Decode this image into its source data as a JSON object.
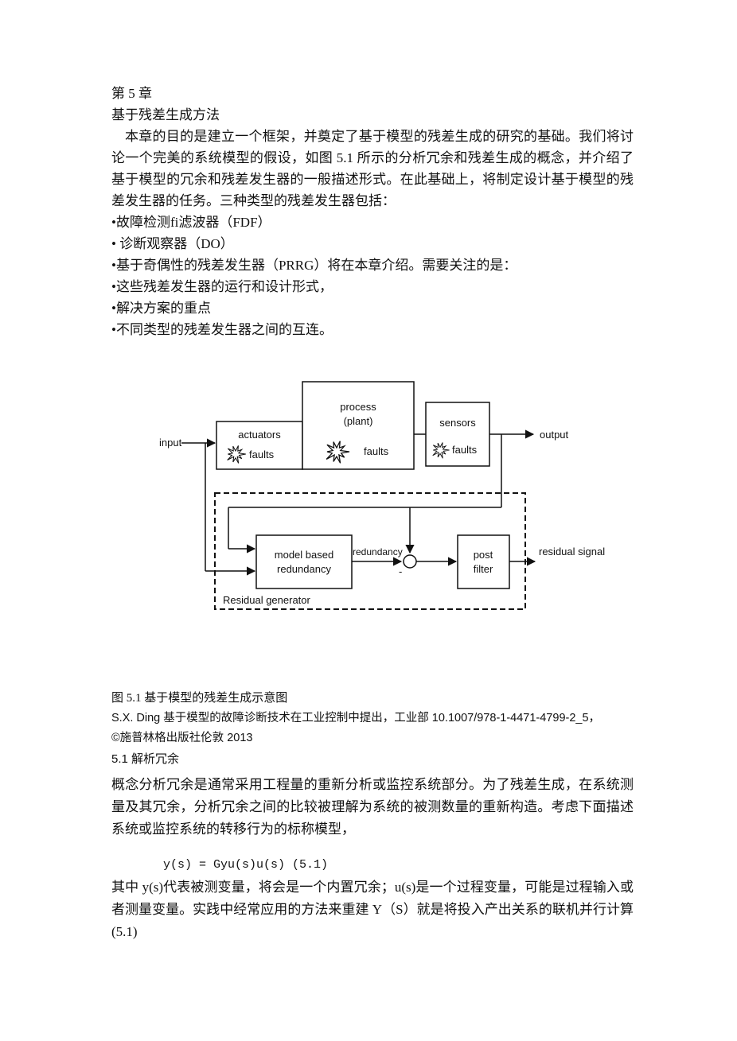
{
  "doc": {
    "chapter_no": "第 5 章",
    "chapter_title": "基于残差生成方法",
    "intro": "本章的目的是建立一个框架，并奠定了基于模型的残差生成的研究的基础。我们将讨论一个完美的系统模型的假设，如图 5.1 所示的分析冗余和残差生成的概念，并介绍了基于模型的冗余和残差发生器的一般描述形式。在此基础上，将制定设计基于模型的残差发生器的任务。三种类型的残差发生器包括：",
    "bullets": [
      "•故障检测fi滤波器（FDF）",
      "•  诊断观察器（DO）",
      "•基于奇偶性的残差发生器（PRRG）将在本章介绍。需要关注的是：",
      "•这些残差发生器的运行和设计形式，",
      "•解决方案的重点",
      "•不同类型的残差发生器之间的互连。"
    ]
  },
  "figure": {
    "caption": "图 5.1 基于模型的残差生成示意图",
    "credit_line1": "S.X. Ding 基于模型的故障诊断技术在工业控制中提出，工业部 10.1007/978-1-4471-4799-2_5，",
    "credit_line2": "©施普林格出版社伦敦 2013",
    "labels": {
      "input": "input",
      "output": "output",
      "actuators": "actuators",
      "process": "process",
      "plant": "(plant)",
      "sensors": "sensors",
      "faults": "faults",
      "model_based_line1": "model based",
      "model_based_line2": "redundancy",
      "redundancy": "redundancy",
      "post_line1": "post",
      "post_line2": "filter",
      "residual_signal": "residual signal",
      "residual_generator": "Residual generator",
      "minus": "-"
    }
  },
  "section": {
    "title": "5.1 解析冗余",
    "para1": "概念分析冗余是通常采用工程量的重新分析或监控系统部分。为了残差生成，在系统测量及其冗余，分析冗余之间的比较被理解为系统的被测数量的重新构造。考虑下面描述系统或监控系统的转移行为的标称模型，",
    "equation": "y(s) = Gyu(s)u(s)  (5.1)",
    "para2": "其中 y(s)代表被测变量，将会是一个内置冗余；u(s)是一个过程变量，可能是过程输入或者测量变量。实践中经常应用的方法来重建 Y（S）就是将投入产出关系的联机并行计算(5.1)"
  }
}
